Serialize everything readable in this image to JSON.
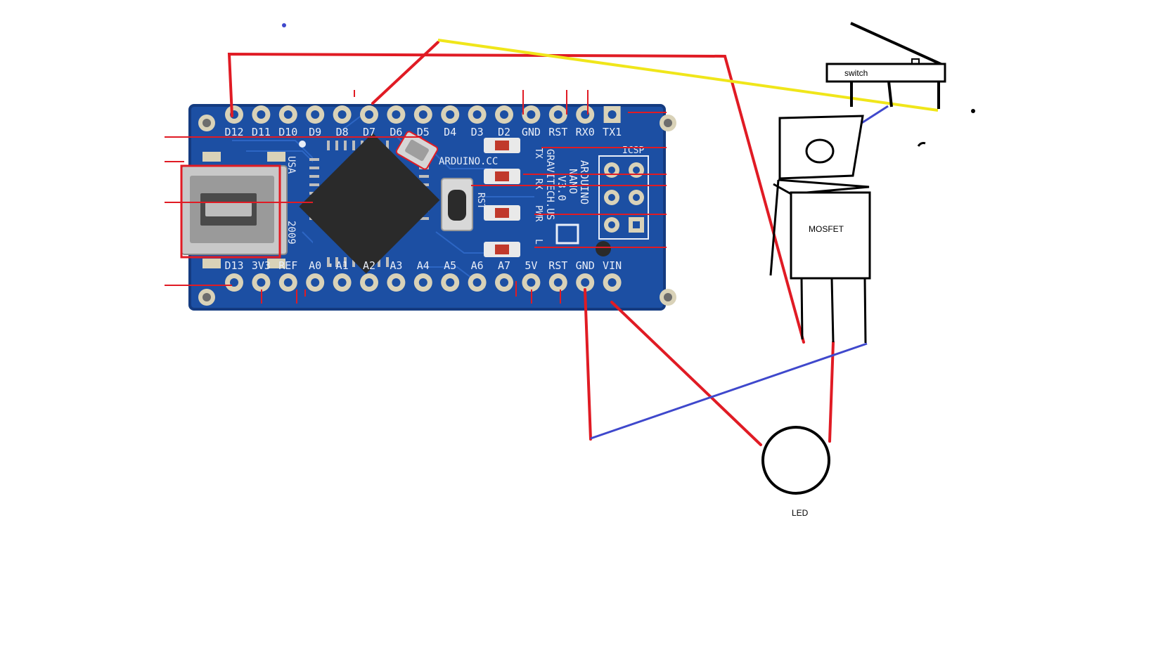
{
  "colors": {
    "background": "#ffffff",
    "board_blue": "#1c4fa3",
    "board_dark": "#143b80",
    "pad_gold": "#d9d2b8",
    "wire_red": "#e01b24",
    "wire_yellow": "#f0e61a",
    "wire_blue": "#3f48cc",
    "wire_black": "#000000",
    "silk_white": "#e9eef8"
  },
  "board": {
    "top_pins": [
      "D12",
      "D11",
      "D10",
      "D9",
      "D8",
      "D7",
      "D6",
      "D5",
      "D4",
      "D3",
      "D2",
      "GND",
      "RST",
      "RX0",
      "TX1"
    ],
    "bottom_pins": [
      "D13",
      "3V3",
      "REF",
      "A0",
      "A1",
      "A2",
      "A3",
      "A4",
      "A5",
      "A6",
      "A7",
      "5V",
      "RST",
      "GND",
      "VIN"
    ],
    "silkscreen": {
      "url": "ARDUINO.CC",
      "led_tx": "TX",
      "led_rx": "RX",
      "led_pwr": "PWR",
      "led_l": "L",
      "reset": "RST",
      "icsp": "ICSP",
      "maker": "GRAVITECH.US",
      "product_line1": "ARDUINO",
      "product_line2": "NANO",
      "version": "V3.0",
      "country": "USA",
      "year": "2009"
    },
    "icons": [
      "usb-connector-icon",
      "microcontroller-chip-icon",
      "reset-button-icon"
    ]
  },
  "components": {
    "switch_label": "switch",
    "mosfet_label": "MOSFET",
    "led_label": "LED"
  }
}
